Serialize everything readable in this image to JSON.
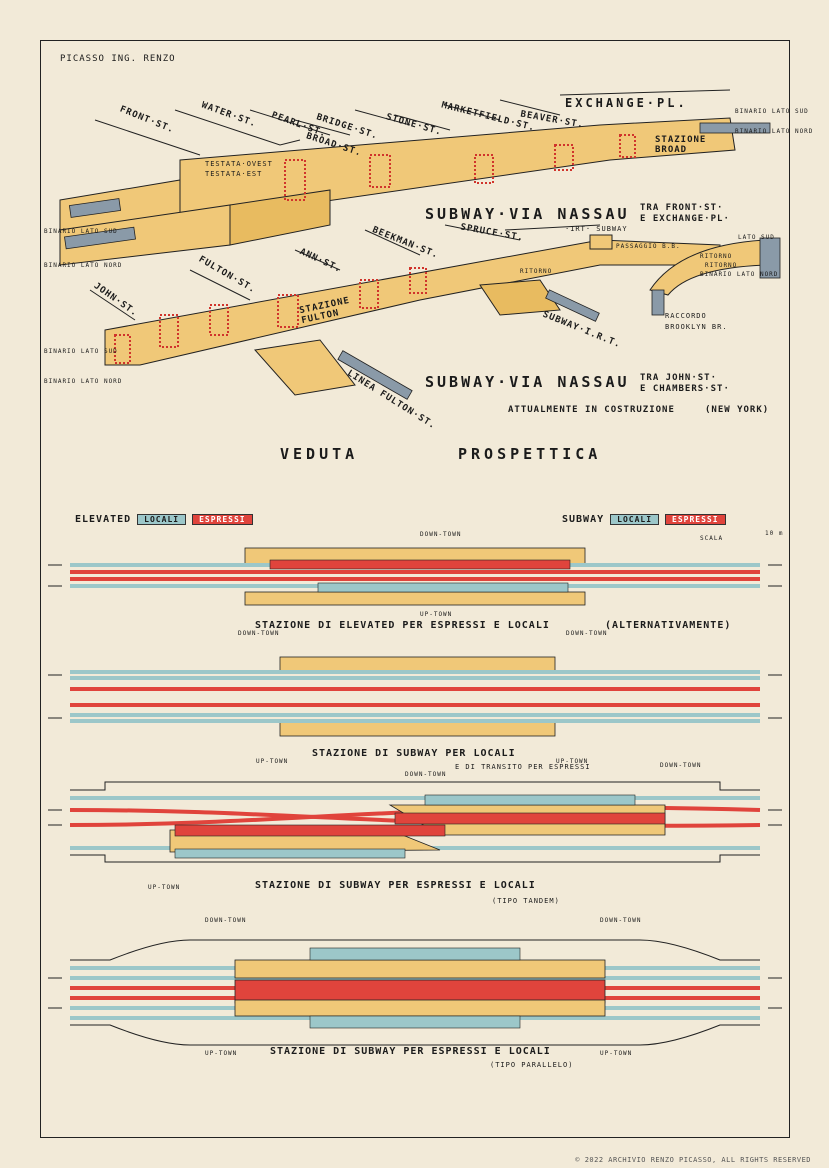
{
  "author": "PICASSO ING. RENZO",
  "copyright": "© 2022 ARCHIVIO RENZO PICASSO, ALL RIGHTS RESERVED",
  "perspective": {
    "streets_top": [
      "FRONT·ST.",
      "WATER·ST.",
      "PEARL·ST.",
      "BRIDGE·ST.",
      "BROAD·ST.",
      "STONE·ST.",
      "MARKETFIELD·ST.",
      "BEAVER·ST.",
      "EXCHANGE·PL."
    ],
    "streets_bottom": [
      "JOHN·ST.",
      "FULTON·ST.",
      "ANN·ST.",
      "BEEKMAN·ST.",
      "SPRUCE·ST."
    ],
    "labels": {
      "testata_ovest": "TESTATA·OVEST",
      "testata_est": "TESTATA·EST",
      "stazione_broad": "STAZIONE BROAD",
      "binario_sud_right": "BINARIO LATO SUD",
      "binario_nord_right": "BINARIO LATO NORD",
      "binario_sud_left": "BINARIO LATO SUD",
      "binario_nord_left": "BINARIO LATO NORD",
      "stazione_fulton": "STAZIONE FULTON",
      "passaggio": "PASSAGGIO B.B.",
      "ritorno1": "RITORNO",
      "ritorno2": "RITORNO",
      "ritorno3": "RITORNO",
      "lato_sud": "LATO SUD",
      "binario_lato_nord2": "BINARIO LATO NORD",
      "raccordo": "RACCORDO",
      "brooklyn": "BROOKLYN BR.",
      "subway_irt": "SUBWAY·I.R.T.",
      "linea_fulton": "LINEA FULTON·ST.",
      "binario_sud_lower": "BINARIO LATO SUD",
      "binario_nord_lower": "BINARIO LATO NORD"
    },
    "title1": "SUBWAY·VIA NASSAU",
    "title1_sub1": "TRA FRONT·ST·",
    "title1_sub2": "E EXCHANGE·PL·",
    "title1_sub3": "·IRT· SUBWAY",
    "title2": "SUBWAY·VIA NASSAU",
    "title2_sub1": "TRA JOHN·ST·",
    "title2_sub2": "E CHAMBERS·ST·",
    "construction": "ATTUALMENTE IN COSTRUZIONE",
    "new_york": "(NEW YORK)",
    "heading_left": "VEDUTA",
    "heading_right": "PROSPETTICA"
  },
  "legend": {
    "elevated": "ELEVATED",
    "subway": "SUBWAY",
    "locali": "LOCALI",
    "espressi": "ESPRESSI",
    "scala": "SCALA",
    "scala_value": "10 m"
  },
  "plans": {
    "down_town": "DOWN-TOWN",
    "up_town": "UP-TOWN",
    "caption1": "STAZIONE DI ELEVATED PER ESPRESSI E LOCALI",
    "caption1_note": "(ALTERNATIVAMENTE)",
    "caption2": "STAZIONE DI SUBWAY PER LOCALI",
    "caption2_note": "E DI TRANSITO PER ESPRESSI",
    "caption3": "STAZIONE DI SUBWAY PER ESPRESSI E LOCALI",
    "caption3_note": "(TIPO TANDEM)",
    "caption4": "STAZIONE DI SUBWAY PER ESPRESSI E LOCALI",
    "caption4_note": "(TIPO PARALLELO)"
  },
  "colors": {
    "tunnel": "#f0c878",
    "locali": "#9cc7c9",
    "espressi": "#e0443c",
    "paper": "#f2ead8",
    "ink": "#1b1b1b"
  }
}
